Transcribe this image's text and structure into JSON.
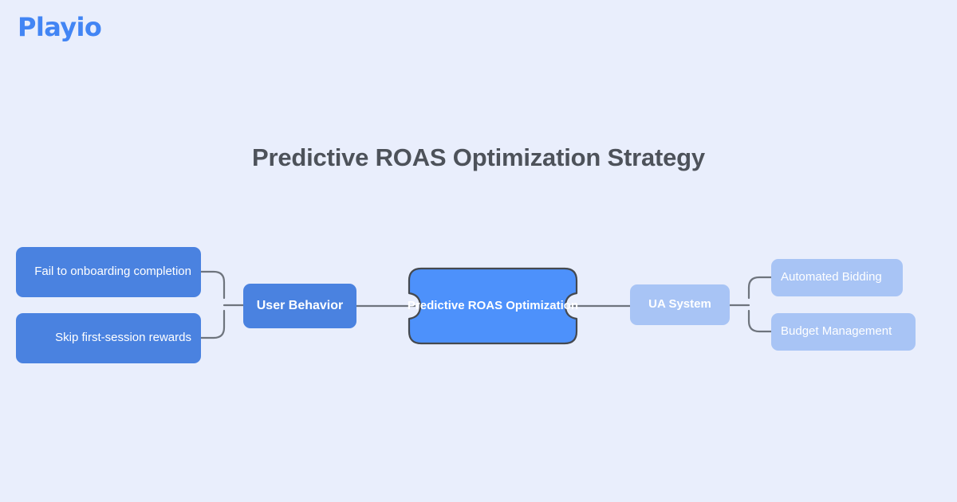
{
  "brand": {
    "name": "Playio",
    "color": "#4285f4"
  },
  "diagram": {
    "title": "Predictive ROAS Optimization Strategy",
    "type": "mindmap",
    "background_color": "#e9eefc",
    "title_color": "#4d525a",
    "connector_color": "#6e747d",
    "root": {
      "label": "Predictive ROAS Optimization",
      "fill": "#4d91fb",
      "stroke": "#45494f"
    },
    "left_branch": {
      "label": "User Behavior",
      "fill": "#4a82e0",
      "children": [
        {
          "label": "Fail to onboarding completion",
          "fill": "#4a82e0"
        },
        {
          "label": "Skip first-session rewards",
          "fill": "#4a82e0"
        }
      ]
    },
    "right_branch": {
      "label": "UA System",
      "fill": "#a8c4f5",
      "children": [
        {
          "label": "Automated Bidding",
          "fill": "#a8c4f5"
        },
        {
          "label": "Budget Management",
          "fill": "#a8c4f5"
        }
      ]
    }
  }
}
